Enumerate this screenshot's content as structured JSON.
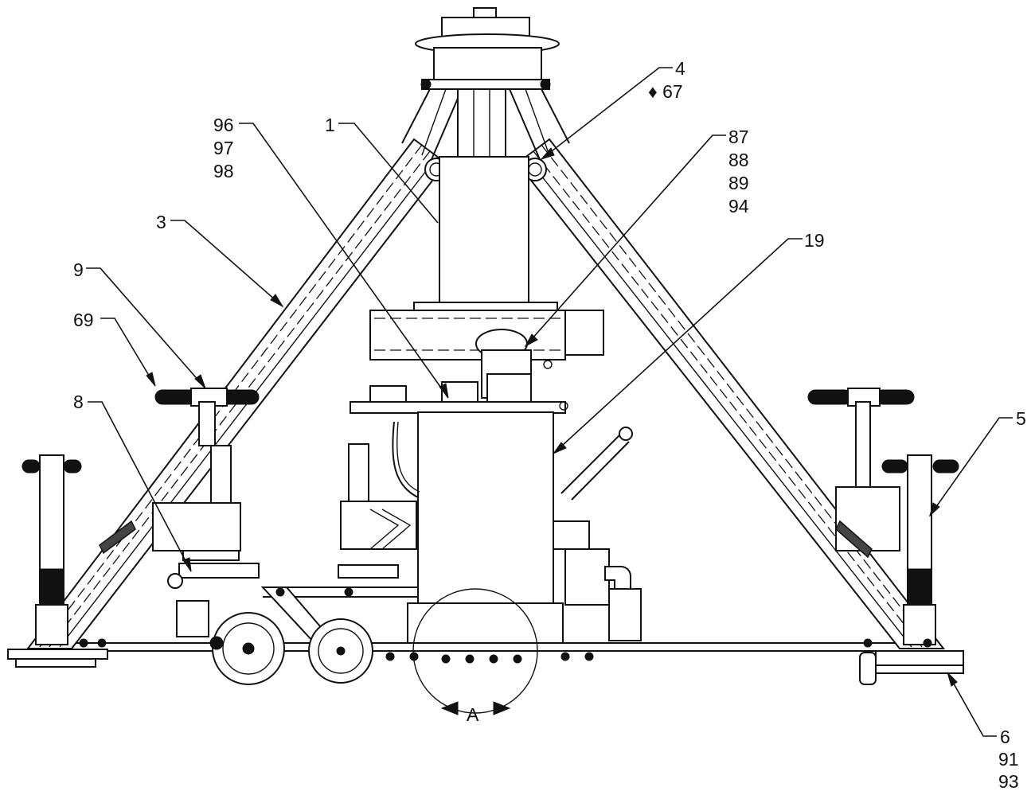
{
  "labels": {
    "l4": "4",
    "l67": "♦ 67",
    "l96": "96",
    "l97": "97",
    "l98": "98",
    "l1": "1",
    "l87": "87",
    "l88": "88",
    "l89": "89",
    "l94": "94",
    "l19": "19",
    "l3": "3",
    "l9": "9",
    "l69": "69",
    "l8": "8",
    "l5": "5",
    "l6": "6",
    "l91": "91",
    "l93": "93",
    "lA": "A"
  }
}
